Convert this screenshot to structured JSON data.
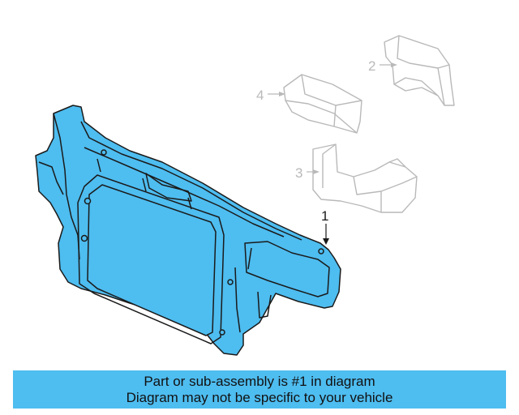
{
  "colors": {
    "highlight": "#4ebdf0",
    "outline": "#1a1a1a",
    "ghost": "#b9b9b9"
  },
  "callouts": [
    "1",
    "2",
    "3",
    "4"
  ],
  "banner": {
    "line1": "Part or sub-assembly is #1 in diagram",
    "line2": "Diagram may not be specific to your vehicle"
  }
}
